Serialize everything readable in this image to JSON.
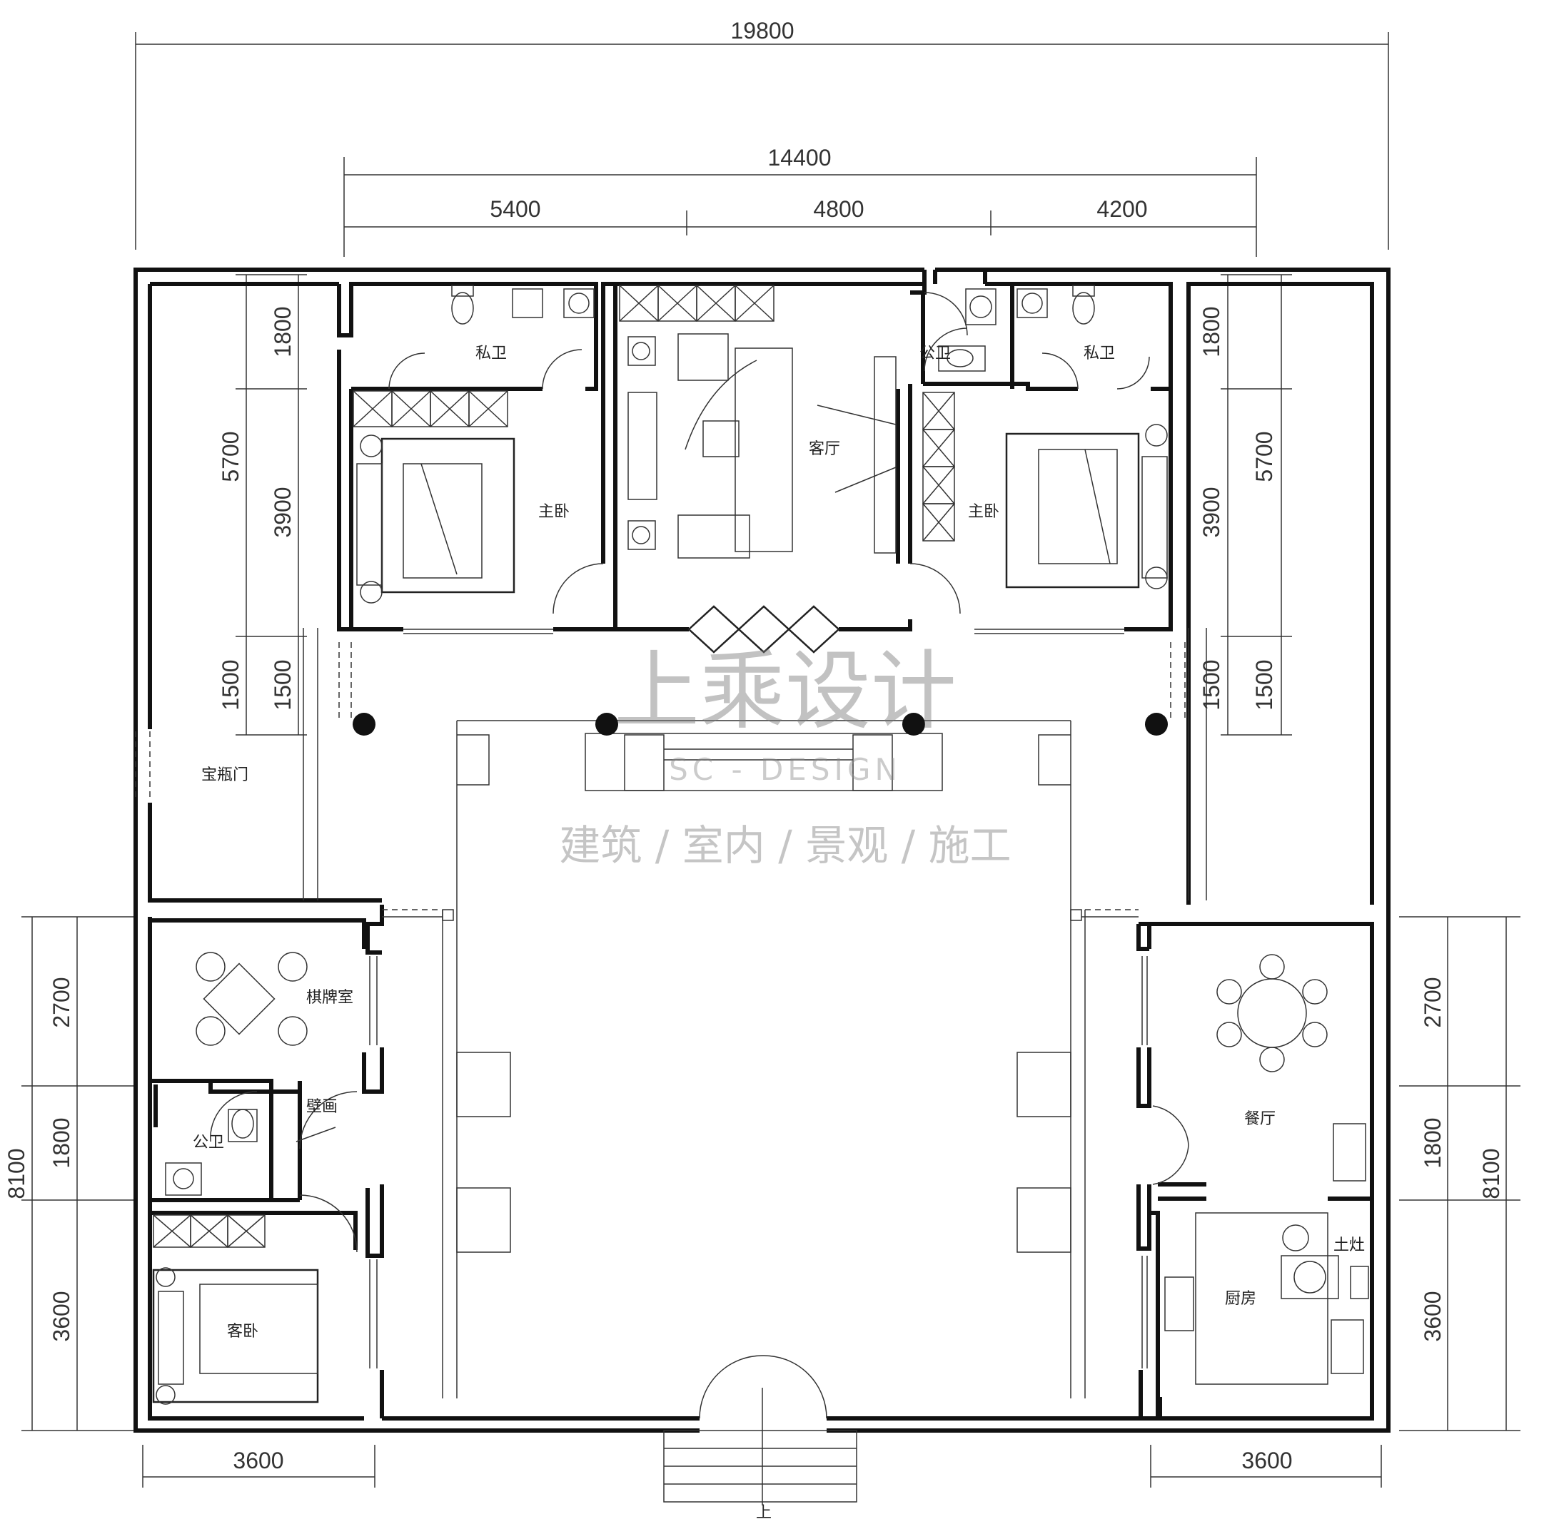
{
  "dimensions": {
    "overall_width": "19800",
    "core_width": "14400",
    "seg_left": "5400",
    "seg_mid": "4800",
    "seg_right": "4200",
    "left_total": "5700",
    "left_toilet": "1800",
    "left_bedroom": "3900",
    "left_porch_outer": "1500",
    "left_porch_inner": "1500",
    "right_total": "5700",
    "right_toilet": "1800",
    "right_bedroom": "3900",
    "right_porch_outer": "1500",
    "right_porch_inner": "1500",
    "wing_left_total": "8100",
    "wing_left_a": "2700",
    "wing_left_b": "1800",
    "wing_left_c": "3600",
    "wing_right_total": "8100",
    "wing_right_a": "2700",
    "wing_right_b": "1800",
    "wing_right_c": "3600",
    "bottom_left": "3600",
    "bottom_right": "3600"
  },
  "rooms": {
    "private_bath_left": "私卫",
    "master_bed_left": "主卧",
    "living_room": "客厅",
    "public_bath_top": "公卫",
    "private_bath_right": "私卫",
    "master_bed_right": "主卧",
    "vase_gate": "宝瓶门",
    "chess_room": "棋牌室",
    "public_bath_bottom": "公卫",
    "mural": "壁画",
    "guest_bed": "客卧",
    "dining_room": "餐厅",
    "earth_stove": "土灶",
    "kitchen": "厨房",
    "entrance_up": "上"
  },
  "watermark": {
    "brand": "上乘设计",
    "brand_en": "SC - DESIGN",
    "services": "建筑 / 室内 / 景观 / 施工"
  }
}
